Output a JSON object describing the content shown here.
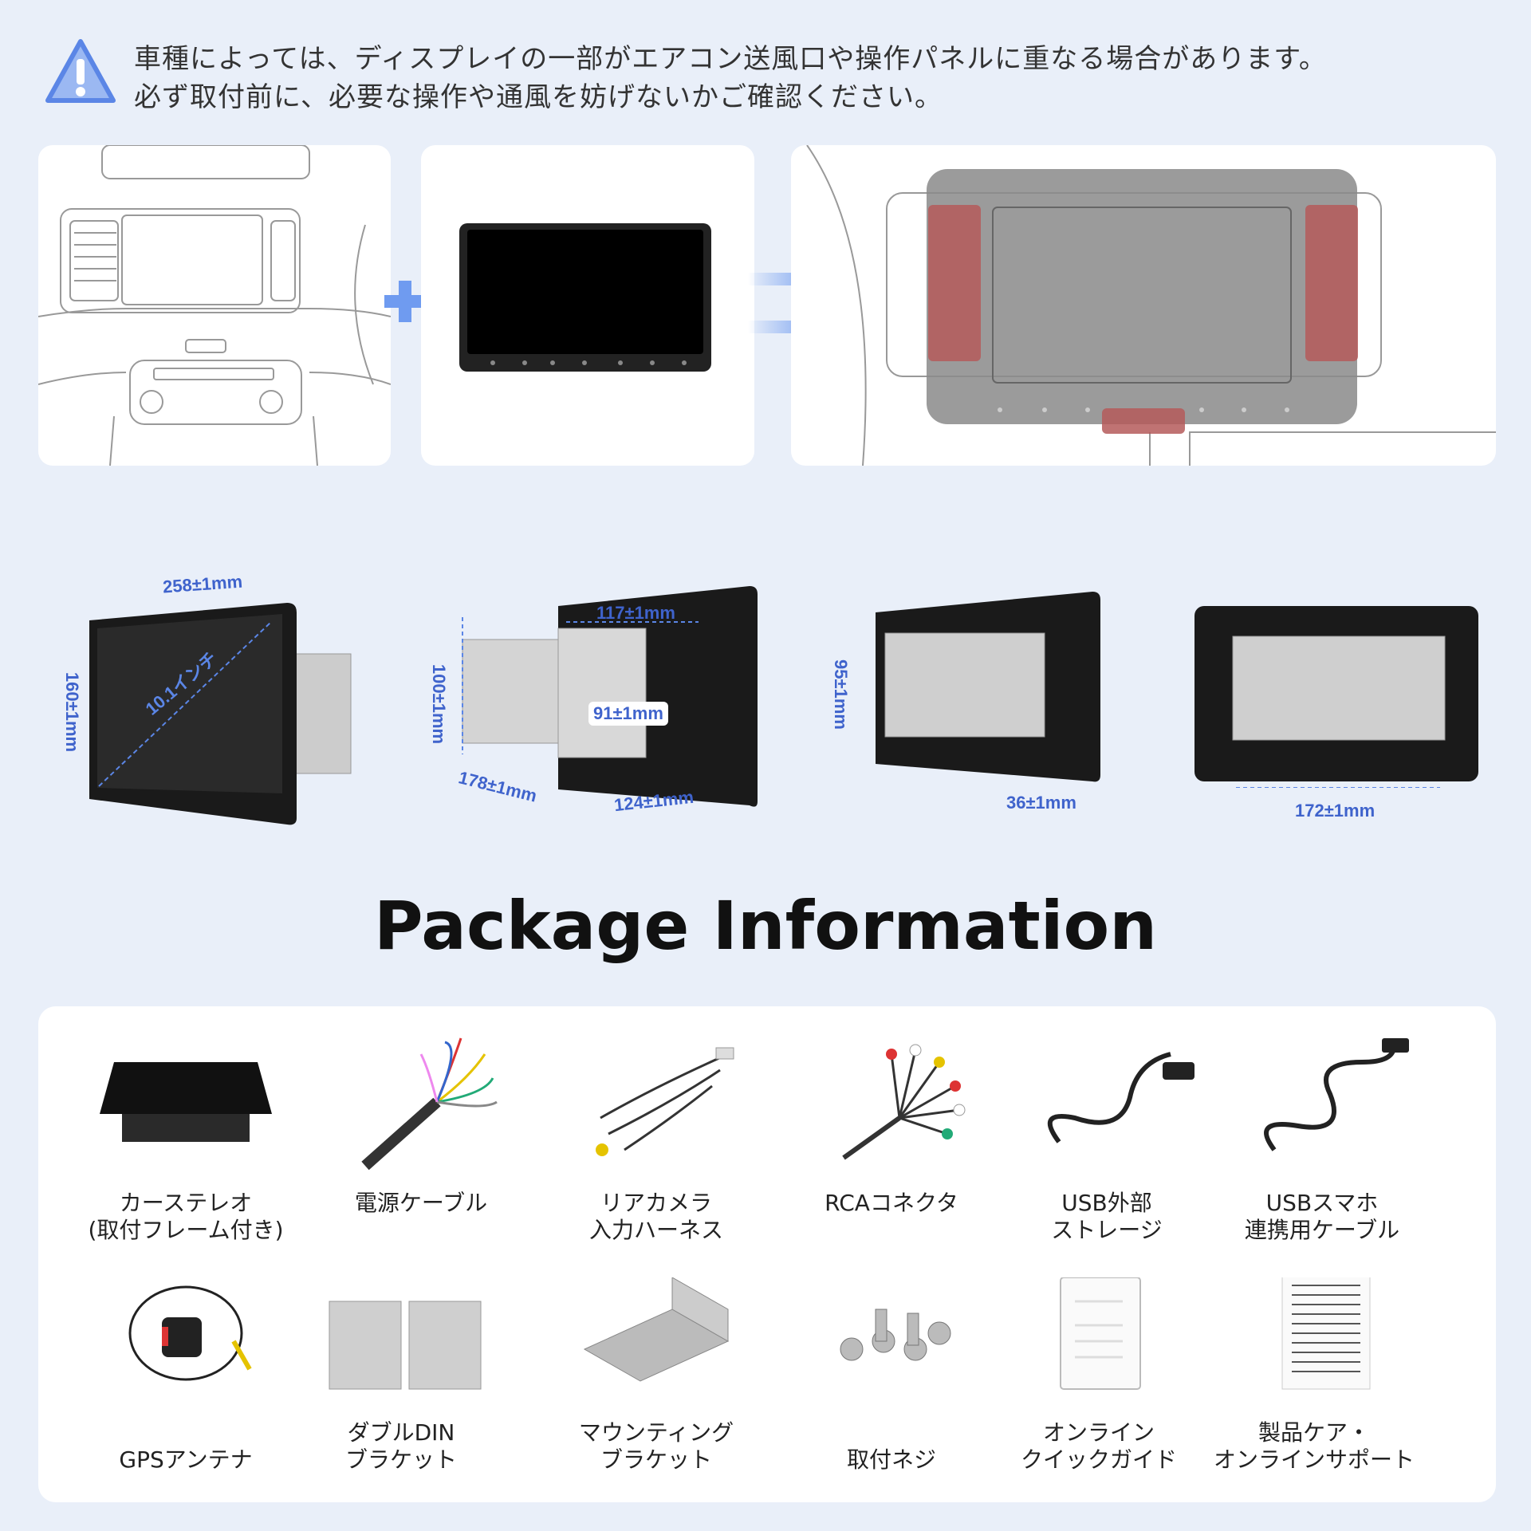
{
  "warning": {
    "icon": "warning-triangle-icon",
    "line1": "車種によっては、ディスプレイの一部がエアコン送風口や操作パネルに重なる場合があります。",
    "line2": "必ず取付前に、必要な操作や通風を妨げないかご確認ください。"
  },
  "dimensions": {
    "width": "258±1mm",
    "height": "160±1mm",
    "diagonal": "10.1インチ",
    "frame_width": "117±1mm",
    "frame_height": "100±1mm",
    "frame_inner": "91±1mm",
    "frame_depth": "178±1mm",
    "body_depth": "124±1mm",
    "body_height": "95±1mm",
    "thickness": "36±1mm",
    "body_width": "172±1mm"
  },
  "package": {
    "title": "Package Information",
    "items": [
      {
        "label": "カーステレオ\n(取付フレーム付き)",
        "icon": "car-stereo-icon"
      },
      {
        "label": "電源ケーブル",
        "icon": "power-cable-icon"
      },
      {
        "label": "リアカメラ\n入力ハーネス",
        "icon": "rear-camera-harness-icon"
      },
      {
        "label": "RCAコネクタ",
        "icon": "rca-connector-icon"
      },
      {
        "label": "USB外部\nストレージ",
        "icon": "usb-storage-cable-icon"
      },
      {
        "label": "USBスマホ\n連携用ケーブル",
        "icon": "usb-phone-cable-icon"
      },
      {
        "label": "GPSアンテナ",
        "icon": "gps-antenna-icon"
      },
      {
        "label": "ダブルDIN\nブラケット",
        "icon": "double-din-bracket-icon"
      },
      {
        "label": "マウンティング\nブラケット",
        "icon": "mounting-bracket-icon"
      },
      {
        "label": "取付ネジ",
        "icon": "screws-icon"
      },
      {
        "label": "オンライン\nクイックガイド",
        "icon": "quick-guide-icon"
      },
      {
        "label": "製品ケア・\nオンラインサポート",
        "icon": "product-care-icon"
      }
    ]
  }
}
